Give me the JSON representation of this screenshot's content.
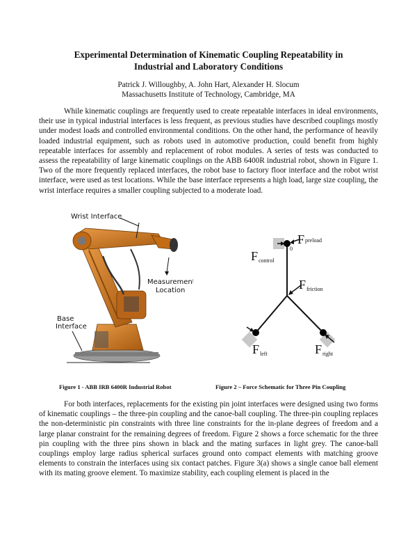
{
  "paper": {
    "title_line1": "Experimental Determination of Kinematic Coupling Repeatability in",
    "title_line2": "Industrial and Laboratory Conditions",
    "authors": "Patrick J. Willoughby, A. John Hart, Alexander H. Slocum",
    "affiliation": "Massachusetts Institute of Technology, Cambridge, MA",
    "paragraph1": "While kinematic couplings are frequently used to create repeatable interfaces in ideal environments, their use in typical industrial interfaces is less frequent, as previous studies have described couplings mostly under modest loads and controlled environmental conditions.  On the other hand, the performance of heavily loaded industrial equipment, such as robots used in automotive production, could benefit from highly repeatable interfaces for assembly and replacement of robot modules.  A series of tests was conducted to assess the repeatability of large kinematic couplings on the ABB 6400R industrial robot, shown in Figure 1.  Two of the more frequently replaced interfaces, the robot base to factory floor interface and the robot wrist interface, were used as test locations.  While the base interface represents a high load, large size coupling, the wrist interface requires a smaller coupling subjected to a moderate load.",
    "paragraph2": "For both interfaces, replacements for the existing pin joint interfaces were designed using two forms of kinematic couplings – the three-pin coupling and the canoe-ball coupling.  The three-pin coupling replaces the non-deterministic pin constraints with three line constraints for the in-plane degrees of freedom and a large planar constraint for the remaining degrees of freedom.  Figure 2 shows a force schematic for the three pin coupling with the three pins shown in black and the mating surfaces in light grey.  The canoe-ball couplings employ large radius spherical surfaces ground onto compact elements with matching groove elements to constrain the interfaces using six contact patches.  Figure 3(a) shows a single canoe ball element with its mating groove element.  To maximize stability, each coupling element is placed in the"
  },
  "figure1": {
    "caption": "Figure 1 - ABB IRB 6400R Industrial Robot",
    "label_wrist": "Wrist Interface",
    "label_measurement_1": "Measurement",
    "label_measurement_2": "Location",
    "label_base_1": "Base",
    "label_base_2": "Interface"
  },
  "figure2": {
    "caption": "Figure 2 – Force Schematic for Three Pin Coupling",
    "f_preload_main": "F",
    "f_preload_sub": "preload",
    "f_preload_zero": "0",
    "f_control_main": "F",
    "f_control_sub": "control",
    "f_friction_main": "F",
    "f_friction_sub": "friction",
    "f_left_main": "F",
    "f_left_sub": "left",
    "f_right_main": "F",
    "f_right_sub": "right"
  },
  "colors": {
    "robot_orange": "#d07a1e",
    "surface_grey": "#c8c8c8"
  }
}
